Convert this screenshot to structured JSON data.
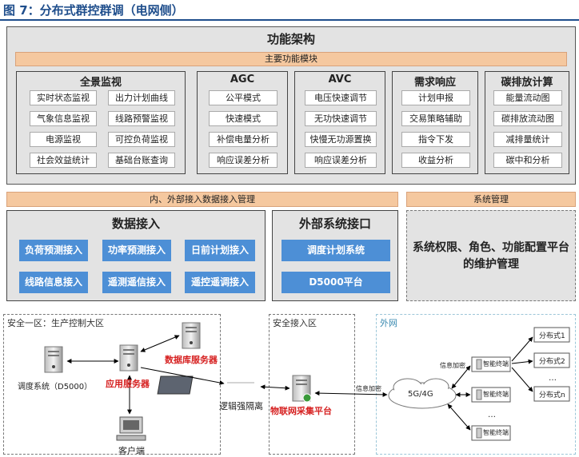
{
  "figure_title": "图 7：分布式群控群调（电网侧）",
  "arch": {
    "title": "功能架构",
    "main_module": "主要功能模块",
    "groups": [
      {
        "title": "全景监视",
        "items": [
          "实时状态监视",
          "出力计划曲线",
          "气象信息监视",
          "线路预警监视",
          "电源监视",
          "可控负荷监视",
          "社会效益统计",
          "基础台账查询"
        ]
      },
      {
        "title": "AGC",
        "items": [
          "公平模式",
          "快速模式",
          "补偿电量分析",
          "响应误差分析"
        ]
      },
      {
        "title": "AVC",
        "items": [
          "电压快速调节",
          "无功快速调节",
          "快慢无功源置换",
          "响应误差分析"
        ]
      },
      {
        "title": "需求响应",
        "items": [
          "计划申报",
          "交易策略辅助",
          "指令下发",
          "收益分析"
        ]
      },
      {
        "title": "碳排放计算",
        "items": [
          "能量流动图",
          "碳排放流动图",
          "减排量统计",
          "碳中和分析"
        ]
      }
    ]
  },
  "mid": {
    "data_mgmt_bar": "内、外部接入数据接入管理",
    "sys_mgmt_bar": "系统管理",
    "data_access": {
      "title": "数据接入",
      "items": [
        "负荷预测接入",
        "功率预测接入",
        "日前计划接入",
        "线路信息接入",
        "遥测遥信接入",
        "遥控遥调接入"
      ]
    },
    "external": {
      "title": "外部系统接口",
      "items": [
        "调度计划系统",
        "D5000平台"
      ]
    },
    "sys_mgmt_text": "系统权限、角色、功能配置平台的维护管理"
  },
  "network": {
    "zone1": "安全一区：生产控制大区",
    "zone2": "安全接入区",
    "zone3": "外网",
    "dispatch": "调度系统（D5000）",
    "app_server": "应用服务器",
    "db_server": "数据库服务器",
    "client": "客户端",
    "isolation": "逻辑强隔离",
    "iot_platform": "物联网采集平台",
    "encrypt1": "信息加密",
    "encrypt2": "信息加密",
    "network_type": "5G/4G",
    "terminal": "智能终端",
    "dots": "…",
    "distributed": [
      "分布式1",
      "分布式2",
      "分布式n"
    ]
  },
  "colors": {
    "title_blue": "#1f4e8c",
    "orange": "#f5c89f",
    "blue_box": "#4d8fd6",
    "red_label": "#d62020"
  }
}
